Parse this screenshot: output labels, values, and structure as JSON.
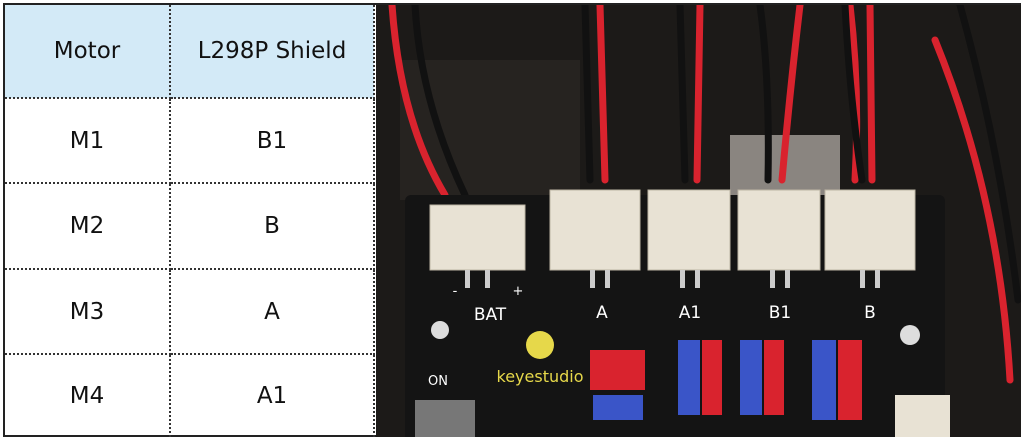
{
  "table": {
    "headers": [
      "Motor",
      "L298P Shield"
    ],
    "rows": [
      [
        "M1",
        "B1"
      ],
      [
        "M2",
        "B"
      ],
      [
        "M3",
        "A"
      ],
      [
        "M4",
        "A1"
      ]
    ]
  },
  "photo": {
    "labels": {
      "bat": "BAT",
      "a": "A",
      "a1": "A1",
      "b1": "B1",
      "b": "B",
      "on": "ON",
      "brand": "keyestudio",
      "minus": "-",
      "plus": "+"
    }
  },
  "colors": {
    "header_bg": "#d3eaf7",
    "wire_red": "#d9232e",
    "board": "#141414"
  }
}
